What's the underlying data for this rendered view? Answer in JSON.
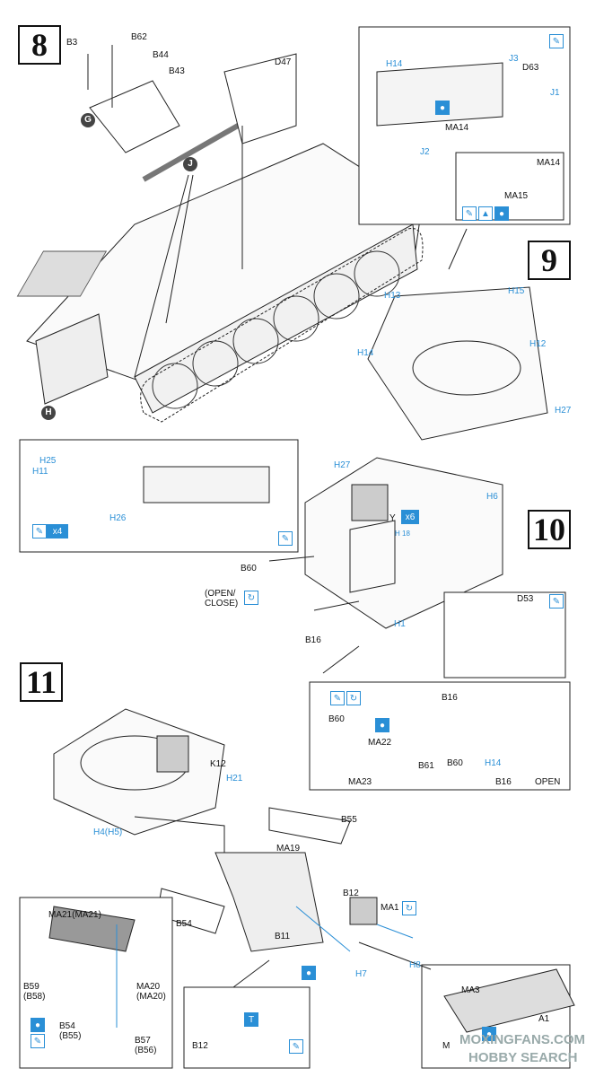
{
  "steps": {
    "s8": "8",
    "s9": "9",
    "s10": "10",
    "s11": "11"
  },
  "markers": {
    "g": "G",
    "j": "J",
    "h": "H"
  },
  "labels": {
    "b3": "B3",
    "b62": "B62",
    "b44": "B44",
    "b43": "B43",
    "d47": "D47",
    "h14a": "H14",
    "j3": "J3",
    "d63": "D63",
    "j1": "J1",
    "ma14a": "MA14",
    "j2": "J2",
    "ma14b": "MA14",
    "ma15": "MA15",
    "h13": "H13",
    "h15": "H15",
    "h12": "H12",
    "h14b": "H14",
    "h27a": "H27",
    "h25": "H25",
    "h11": "H11",
    "h26": "H26",
    "x4": "x4",
    "h27b": "H27",
    "h6": "H6",
    "y": "Y",
    "x6": "x6",
    "h18": "H 18",
    "b60a": "B60",
    "openclose": "(OPEN/\nCLOSE)",
    "h1": "H1",
    "b16a": "B16",
    "d53": "D53",
    "b16b": "B16",
    "b60b": "B60",
    "ma22": "MA22",
    "b61": "B61",
    "b60c": "B60",
    "h14c": "H14",
    "ma23": "MA23",
    "b16c": "B16",
    "open": "OPEN",
    "k12": "K12",
    "h21": "H21",
    "h4": "H4(H5)",
    "b55a": "B55",
    "ma19": "MA19",
    "b12a": "B12",
    "b54a": "B54",
    "ma1": "MA1",
    "b11": "B11",
    "h7": "H7",
    "h8": "H8",
    "ma21": "MA21(MA21)",
    "b59": "B59\n(B58)",
    "ma20": "MA20\n(MA20)",
    "b54b": "B54\n(B55)",
    "b57": "B57\n(B56)",
    "b12b": "B12",
    "ma3": "MA3",
    "a1": "A1",
    "m": "M"
  },
  "icons": {
    "drop": "paint-drop-icon",
    "brush": "glue-brush-icon",
    "rotate": "rotate-icon",
    "optional": "optional-icon"
  },
  "watermark": {
    "line1": "MOXINGFANS.COM",
    "line2": "HOBBY SEARCH"
  },
  "colors": {
    "accent": "#2a8fd6",
    "ink": "#111111",
    "marker": "#444444"
  }
}
